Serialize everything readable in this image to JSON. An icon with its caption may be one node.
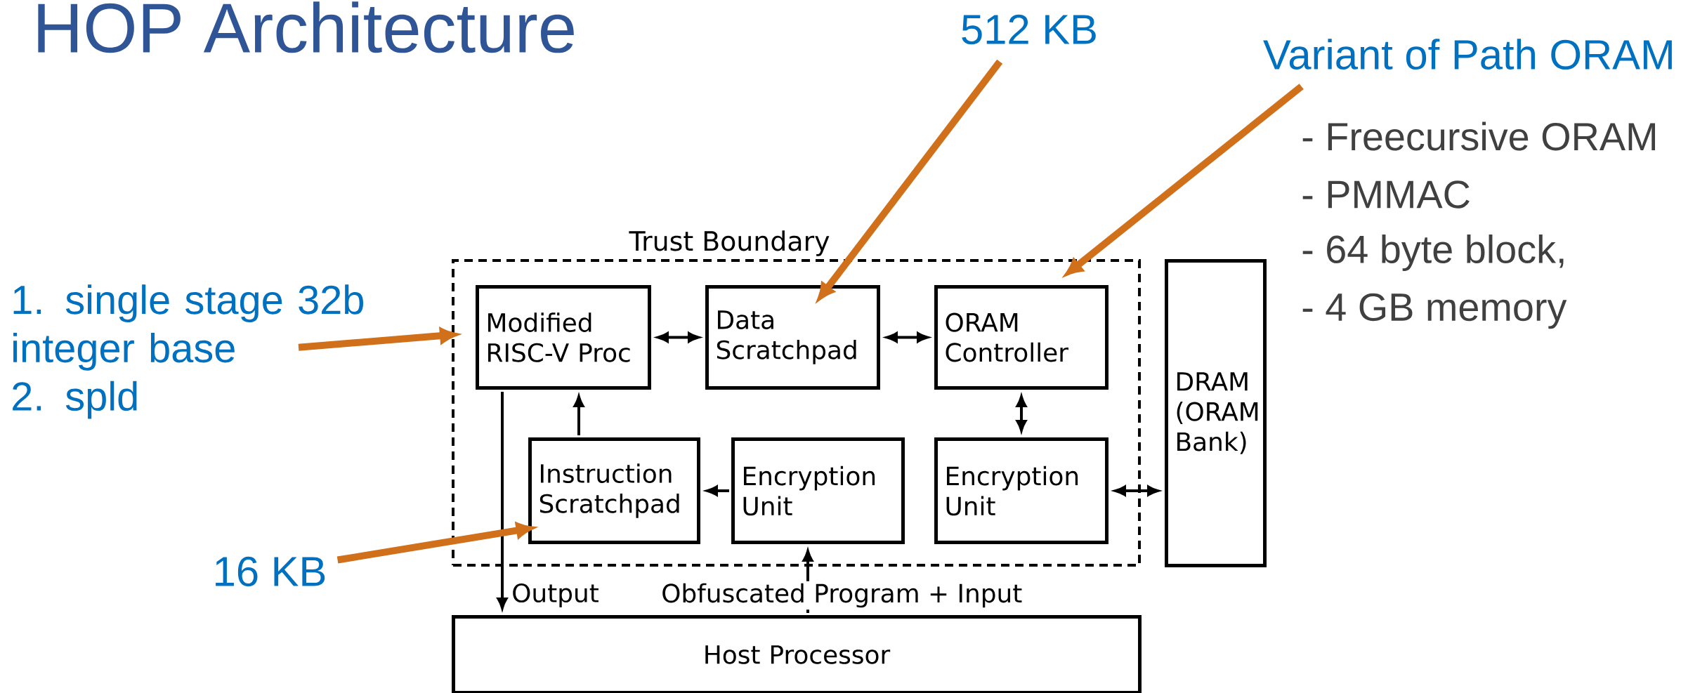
{
  "diagram": {
    "title": "HOP Architecture",
    "nodes": [
      {
        "text": [
          "Trust Boundary"
        ]
      },
      {
        "text": [
          "Modified RISC-V Proc"
        ],
        "in": 0
      },
      {
        "text": [
          "Data Scratchpad"
        ],
        "in": 0
      },
      {
        "text": [
          "ORAM Controller"
        ],
        "in": 0
      },
      {
        "text": [
          "Instruction Scratchpad"
        ],
        "in": 0
      },
      {
        "text": [
          "Encryption Unit"
        ],
        "in": 0
      },
      {
        "text": [
          "Encryption Unit"
        ],
        "in": 0
      },
      {
        "text": [
          "DRAM (ORAM Bank)"
        ]
      },
      {
        "text": [
          "Host Processor"
        ]
      },
      {
        "text": [
          "512 KB"
        ]
      },
      {
        "text": [
          "Variant of Path ORAM"
        ]
      },
      {
        "text": [
          "1. single stage 32b integer base",
          "2. spld"
        ]
      },
      {
        "text": [
          "16 KB"
        ]
      }
    ],
    "edges": [
      {
        "from": 1,
        "to": 2,
        "arrow": "both"
      },
      {
        "from": 2,
        "to": 3,
        "arrow": "both"
      },
      {
        "from": 3,
        "to": 6,
        "arrow": "both"
      },
      {
        "from": 4,
        "to": 1,
        "arrow": "to"
      },
      {
        "from": 5,
        "to": 4,
        "arrow": "to"
      },
      {
        "from": 6,
        "to": 7,
        "arrow": "both"
      },
      {
        "from": 1,
        "to": 8,
        "arrow": "to",
        "label": "Output"
      },
      {
        "from": 8,
        "to": 5,
        "arrow": "to",
        "label": "Obfuscated Program + Input"
      },
      {
        "from": 9,
        "to": 2,
        "arrow": "to",
        "style": "thick",
        "color": "#d0701a"
      },
      {
        "from": 10,
        "to": 3,
        "arrow": "to",
        "style": "thick",
        "color": "#d0701a"
      },
      {
        "from": 11,
        "to": 1,
        "arrow": "to",
        "style": "thick",
        "color": "#d0701a"
      },
      {
        "from": 12,
        "to": 4,
        "arrow": "to",
        "style": "thick",
        "color": "#d0701a"
      }
    ],
    "labels": [
      "- Freecursive ORAM",
      "- PMMAC",
      "- 64 byte block,",
      "- 4 GB memory"
    ]
  }
}
